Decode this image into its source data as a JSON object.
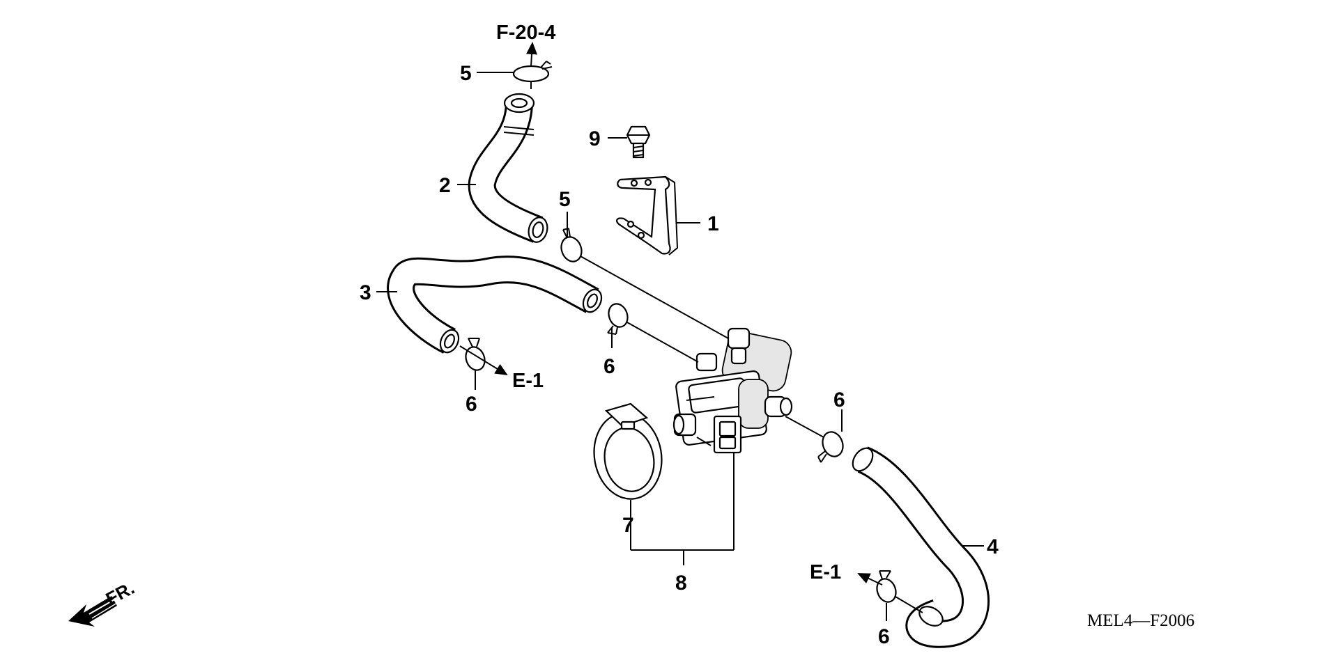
{
  "callouts": {
    "n1": "1",
    "n2": "2",
    "n3": "3",
    "n4": "4",
    "n5_top": "5",
    "n5_mid": "5",
    "n6_left": "6",
    "n6_center": "6",
    "n6_right": "6",
    "n6_bottom": "6",
    "n7": "7",
    "n8": "8",
    "n9": "9"
  },
  "references": {
    "top": "F-20-4",
    "left": "E-1",
    "bottom": "E-1"
  },
  "front_indicator": "FR.",
  "diagram_code": "MEL4—F2006"
}
